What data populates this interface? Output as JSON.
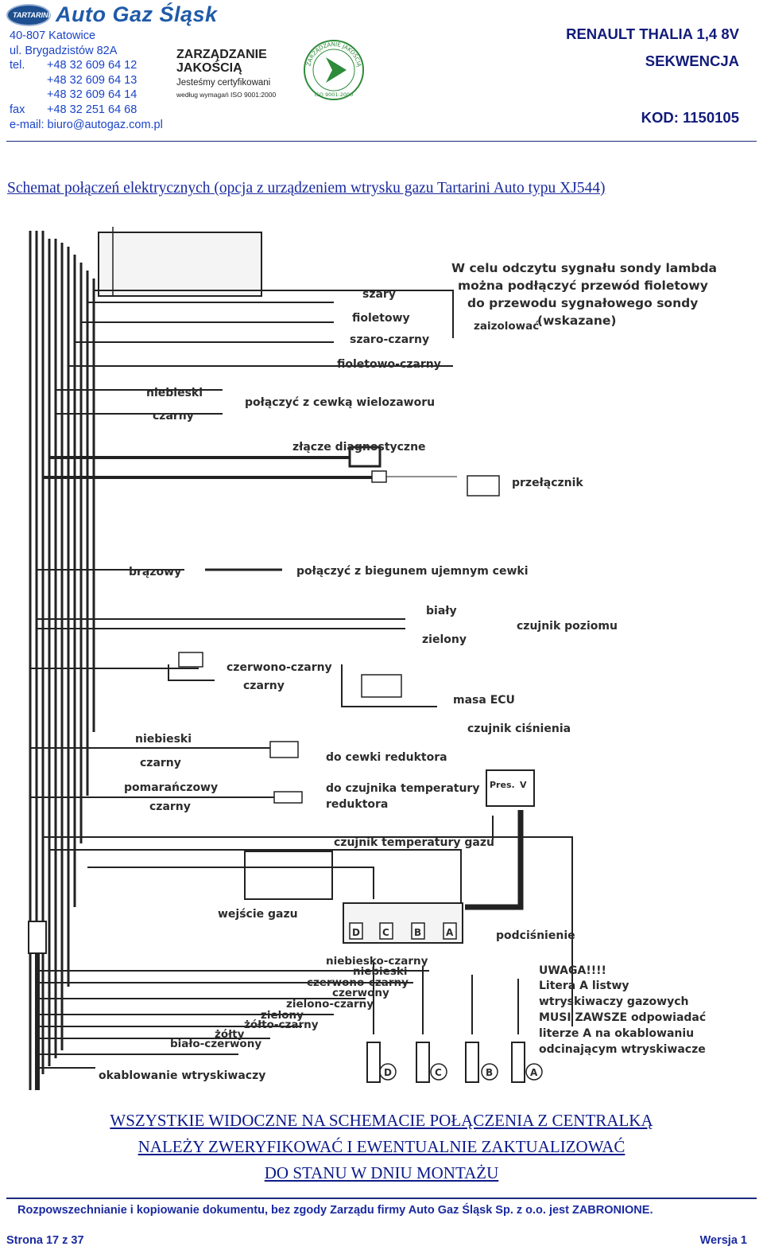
{
  "company": {
    "logo_badge": "TARTARINI",
    "logo_text": "Auto Gaz Śląsk",
    "contact": [
      {
        "label": "",
        "value": "40-807 Katowice"
      },
      {
        "label": "",
        "value": "ul. Brygadzistów 82A"
      },
      {
        "label": "tel.",
        "value": "+48 32 609 64 12"
      },
      {
        "label": "",
        "value": "+48 32 609 64 13"
      },
      {
        "label": "",
        "value": "+48 32 609 64 14"
      },
      {
        "label": "fax",
        "value": "+48 32 251 64 68"
      },
      {
        "label": "",
        "value": "e-mail: biuro@autogaz.com.pl"
      }
    ]
  },
  "quality": {
    "title_line1": "ZARZĄDZANIE",
    "title_line2": "JAKOŚCIĄ",
    "subtitle": "Jesteśmy certyfikowani",
    "subtitle2": "według wymagań ISO 9001:2000",
    "seal_text": "ZARZĄDZANIE JAKOŚCIĄ",
    "seal_iso": "ISO 9001:2000"
  },
  "header_right": {
    "model": "RENAULT THALIA 1,4 8V",
    "system": "SEKWENCJA",
    "code": "KOD: 1150105"
  },
  "document_title": "Schemat połączeń elektrycznych (opcja z urządzeniem wtrysku gazu Tartarini Auto typu XJ544)",
  "diagram": {
    "lambda_note": [
      "W celu odczytu sygnału sondy lambda",
      "można podłączyć przewód fioletowy",
      "do przewodu sygnałowego sondy",
      "zaizolować",
      "(wskazane)"
    ],
    "wires_top": [
      "szary",
      "fioletowy",
      "szaro-czarny",
      "fioletowo-czarny"
    ],
    "multivalve": {
      "wires": [
        "niebieski",
        "czarny"
      ],
      "label": "połączyć z cewką wielozaworu"
    },
    "diagnostic": "złącze diagnostyczne",
    "switch": "przełącznik",
    "coil": {
      "wire": "brązowy",
      "label": "połączyć z biegunem ujemnym cewki"
    },
    "level_sensor": {
      "wires": [
        "biały",
        "zielony"
      ],
      "label": "czujnik poziomu"
    },
    "power": {
      "wires": [
        "czerwono-czarny",
        "czarny"
      ],
      "ground": "masa ECU"
    },
    "pressure_sensor": "czujnik ciśnienia",
    "reducer_coil": {
      "wires": [
        "niebieski",
        "czarny"
      ],
      "label": "do cewki reduktora"
    },
    "reducer_temp": {
      "wires": [
        "pomarańczowy",
        "czarny"
      ],
      "label_line1": "do czujnika temperatury",
      "label_line2": "reduktora"
    },
    "gas_temp": "czujnik temperatury gazu",
    "gas_input": "wejście gazu",
    "vacuum": "podciśnienie",
    "rail_ports": [
      "D",
      "C",
      "B",
      "A"
    ],
    "pressure_box": [
      "Pres.",
      "V"
    ],
    "injector_wires": [
      "niebiesko-czarny",
      "niebieski",
      "czerwono-czarny",
      "czerwony",
      "zielono-czarny",
      "zielony",
      "żółto-czarny",
      "żółty",
      "biało-czerwony"
    ],
    "injector_harness": "okablowanie wtryskiwaczy",
    "injectors": [
      "D",
      "C",
      "B",
      "A"
    ],
    "notice": [
      "UWAGA!!!!",
      "Litera A listwy",
      "wtryskiwaczy gazowych",
      "MUSI ZAWSZE odpowiadać",
      "literze A na okablowaniu",
      "odcinającym wtryskiwacze"
    ]
  },
  "warning": [
    "WSZYSTKIE WIDOCZNE NA SCHEMACIE POŁĄCZENIA Z CENTRALKĄ",
    "NALEŻY ZWERYFIKOWAĆ I EWENTUALNIE ZAKTUALIZOWAĆ",
    "DO STANU W DNIU MONTAŻU"
  ],
  "footer": {
    "note": "Rozpowszechnianie i kopiowanie dokumentu, bez zgody Zarządu firmy Auto Gaz Śląsk Sp. z o.o. jest ZABRONIONE.",
    "page": "Strona 17 z 37",
    "version": "Wersja 1"
  },
  "colors": {
    "brand_blue": "#1a44c8",
    "heading_blue": "#111b7a",
    "text_blue": "#1a2aa0",
    "seal_green": "#2e8b3a"
  }
}
